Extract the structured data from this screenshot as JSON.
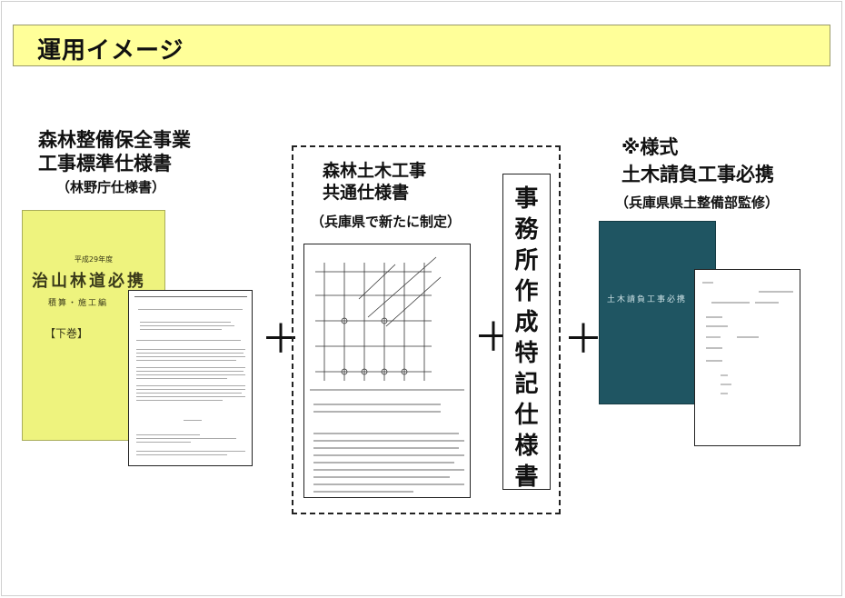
{
  "title": "運用イメージ",
  "left": {
    "heading_line1": "森林整備保全事業",
    "heading_line2": "工事標準仕様書",
    "subheading": "（林野庁仕様書）",
    "book": {
      "year": "平成29年度",
      "title": "治山林道必携",
      "subtitle": "積算・施工編",
      "volume": "【下巻】"
    }
  },
  "center": {
    "heading_line1": "森林土木工事",
    "heading_line2": "共通仕様書",
    "subheading": "（兵庫県で新たに制定）"
  },
  "special": {
    "label": "事務所作成特記仕様書",
    "chars": [
      "事",
      "務",
      "所",
      "作",
      "成",
      "特",
      "記",
      "仕",
      "様",
      "書"
    ]
  },
  "right": {
    "note": "※様式",
    "heading": "土木請負工事必携",
    "subheading": "（兵庫県県土整備部監修）",
    "book": {
      "title": "土木請負工事必携"
    }
  },
  "plus_sign": "＋",
  "colors": {
    "title_bg": "#ffff99",
    "green_book": "#eef37e",
    "blue_book": "#1f5562"
  }
}
